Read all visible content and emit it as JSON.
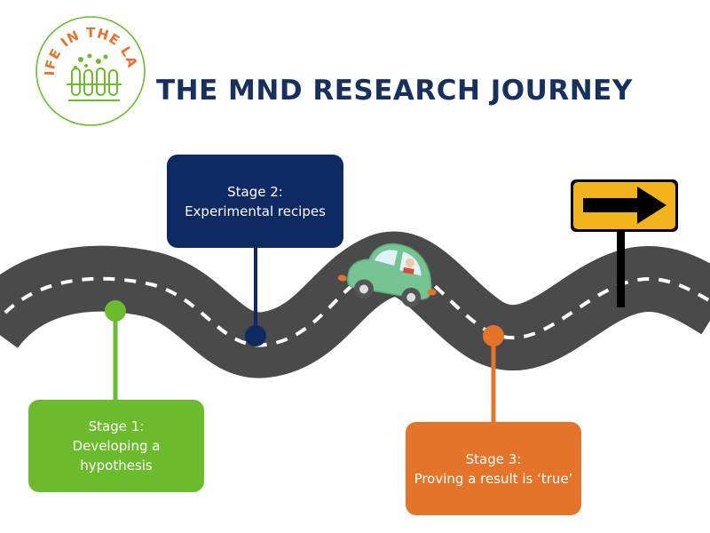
{
  "logo": {
    "text": "LIFE IN THE LAB",
    "icon": "test-tubes-icon",
    "color": "#e3742a",
    "accent": "#6cbb2d"
  },
  "title": "THE MND RESEARCH JOURNEY",
  "stages": [
    {
      "title": "Stage 1:",
      "lines": [
        "Developing a",
        "hypothesis"
      ],
      "color": "#6cbb2d"
    },
    {
      "title": "Stage 2:",
      "lines": [
        "Experimental recipes"
      ],
      "color": "#0f2a63"
    },
    {
      "title": "Stage 3:",
      "lines": [
        "Proving a result is ‘true’"
      ],
      "color": "#e3742a"
    }
  ],
  "colors": {
    "road": "#4a4a4a",
    "road_marking": "#ffffff",
    "car": "#76c393",
    "sign": "#f2b31b",
    "title": "#18305f"
  },
  "icons": [
    "car-icon",
    "arrow-sign-icon",
    "winding-road"
  ]
}
